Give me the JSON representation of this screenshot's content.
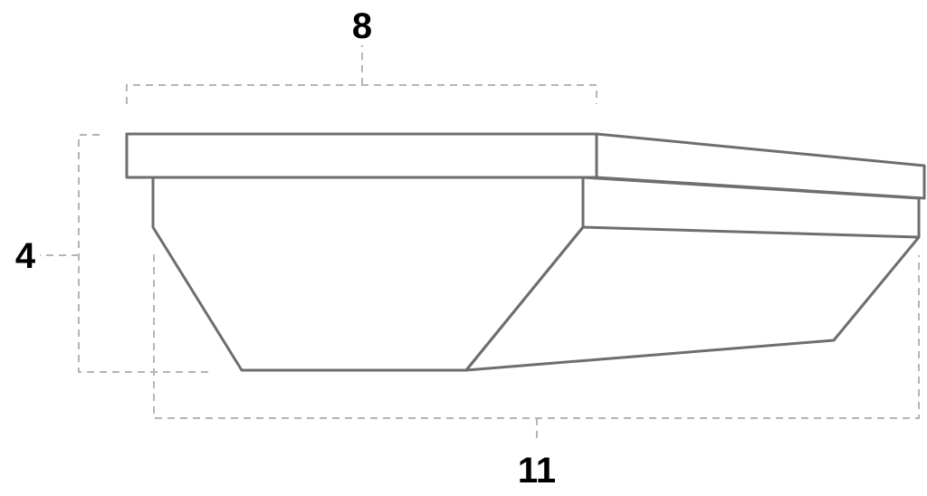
{
  "diagram": {
    "dimensions": {
      "top_width": "8",
      "height": "4",
      "overall_length": "11"
    },
    "colors": {
      "outline": "#6e6e6e",
      "dimension_line": "#b5b5b5",
      "label": "#000000",
      "background": "#ffffff"
    }
  }
}
